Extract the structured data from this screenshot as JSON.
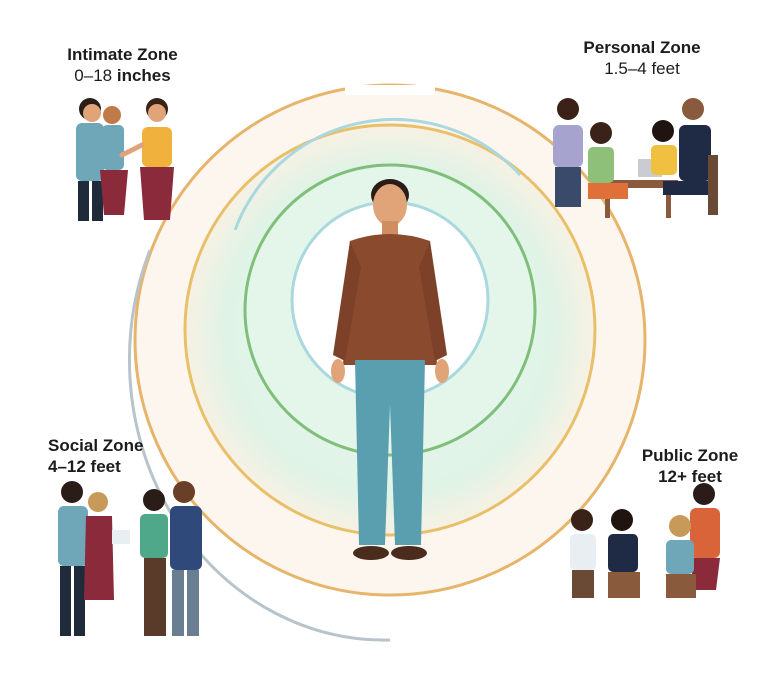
{
  "zones": {
    "intimate": {
      "title": "Intimate Zone",
      "range_num": "0–18",
      "range_unit": "inches"
    },
    "personal": {
      "title": "Personal Zone",
      "range": "1.5–4 feet"
    },
    "social": {
      "title": "Social Zone",
      "range": "4–12 feet"
    },
    "public": {
      "title": "Public Zone",
      "range": "12+ feet"
    }
  },
  "colors": {
    "intimate_ring": "#a9d8df",
    "personal_ring": "#7fbf7a",
    "social_ring": "#e8c06a",
    "public_ring": "#e9a24a",
    "outer_gray": "#b7c4cc",
    "center_skin": "#e0a478",
    "center_shirt": "#8a4a2e",
    "center_pants": "#5a9fb0"
  },
  "icons": {
    "center_person": "standing-man",
    "intimate_group": "embracing-couple-and-woman",
    "personal_group": "people-at-table-with-laptop",
    "social_group": "standing-group-talking",
    "public_group": "seated-audience-with-speaker"
  }
}
